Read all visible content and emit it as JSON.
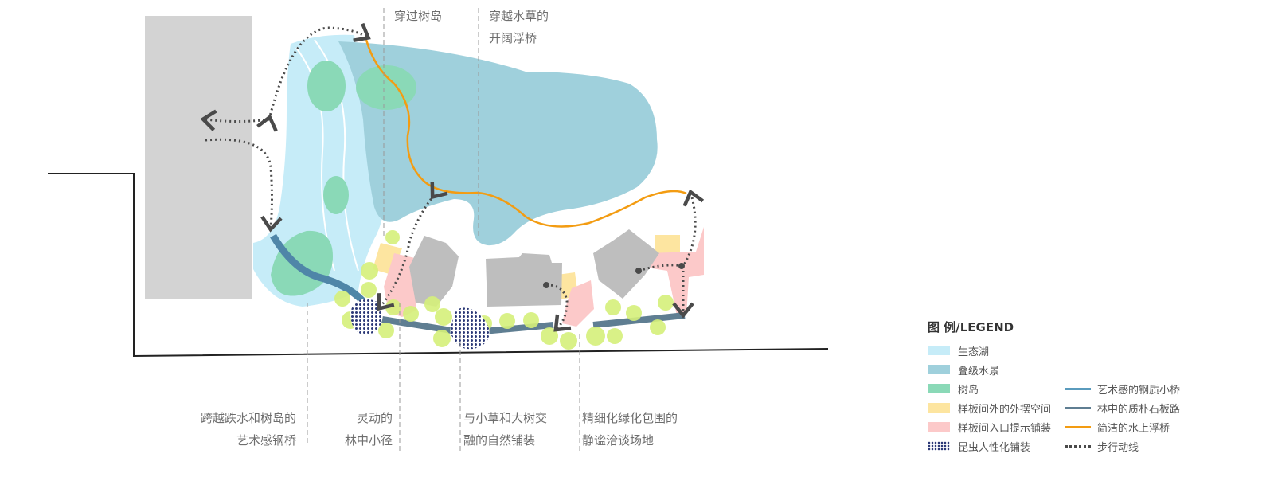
{
  "annotations": {
    "top": [
      {
        "lines": [
          "穿过树岛"
        ]
      },
      {
        "lines": [
          "穿越水草的",
          "开阔浮桥"
        ]
      }
    ],
    "bottom": [
      {
        "lines": [
          "跨越跌水和树岛的",
          "艺术感钢桥"
        ]
      },
      {
        "lines": [
          "灵动的",
          "林中小径"
        ]
      },
      {
        "lines": [
          "与小草和大树交",
          "融的自然铺装"
        ]
      },
      {
        "lines": [
          "精细化绿化包围的",
          "静谧洽谈场地"
        ]
      }
    ]
  },
  "legend": {
    "title_cn": "图  例",
    "title_sep": "/",
    "title_en": "LEGEND",
    "left": [
      {
        "label": "生态湖",
        "color": "#c6ecf8"
      },
      {
        "label": "叠级水景",
        "color": "#9fd0dc"
      },
      {
        "label": "树岛",
        "color": "#8ad9b7"
      },
      {
        "label": "样板间外的外摆空间",
        "color": "#fde5a0"
      },
      {
        "label": "样板间入口提示铺装",
        "color": "#fcc9c9"
      },
      {
        "label": "昆虫人性化铺装",
        "color": "#2d3a78"
      }
    ],
    "right": [
      {
        "label": "艺术感的钢质小桥",
        "color": "#5a9bbd"
      },
      {
        "label": "林中的质朴石板路",
        "color": "#5f7e92"
      },
      {
        "label": "简洁的水上浮桥",
        "color": "#f39c12"
      },
      {
        "label": "步行动线",
        "color": "#4a4a4a"
      }
    ]
  }
}
